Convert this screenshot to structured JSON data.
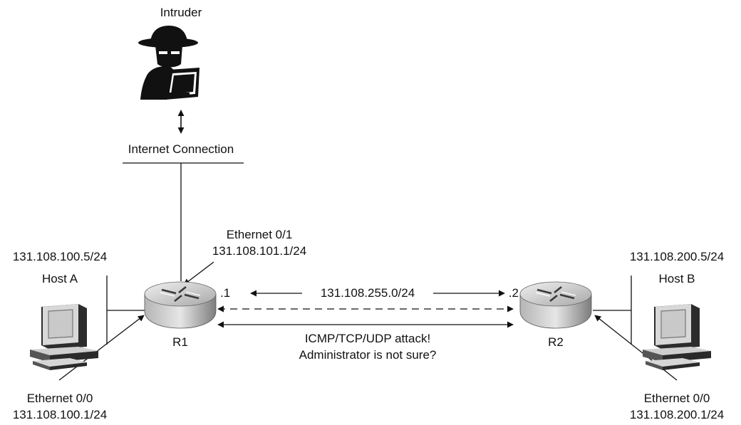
{
  "intruder": {
    "label": "Intruder",
    "icon": "intruder-icon"
  },
  "internet": {
    "label": "Internet Connection"
  },
  "r1": {
    "name": "R1",
    "icon": "router-icon",
    "eth01": {
      "name": "Ethernet 0/1",
      "ip": "131.108.101.1/24"
    },
    "eth00": {
      "name": "Ethernet 0/0",
      "ip": "131.108.100.1/24"
    },
    "link_suffix": ".1"
  },
  "r2": {
    "name": "R2",
    "icon": "router-icon",
    "eth00": {
      "name": "Ethernet 0/0",
      "ip": "131.108.200.1/24"
    },
    "link_suffix": ".2"
  },
  "host_a": {
    "name": "Host A",
    "ip": "131.108.100.5/24",
    "icon": "workstation-icon"
  },
  "host_b": {
    "name": "Host B",
    "ip": "131.108.200.5/24",
    "icon": "workstation-icon"
  },
  "wan": {
    "network": "131.108.255.0/24"
  },
  "attack": {
    "line1": "ICMP/TCP/UDP attack!",
    "line2": "Administrator is not sure?"
  },
  "colors": {
    "line": "#111111",
    "router_top": "#d4d4d4",
    "router_side": "#8a8a8a",
    "screen": "#c9c9c9"
  }
}
